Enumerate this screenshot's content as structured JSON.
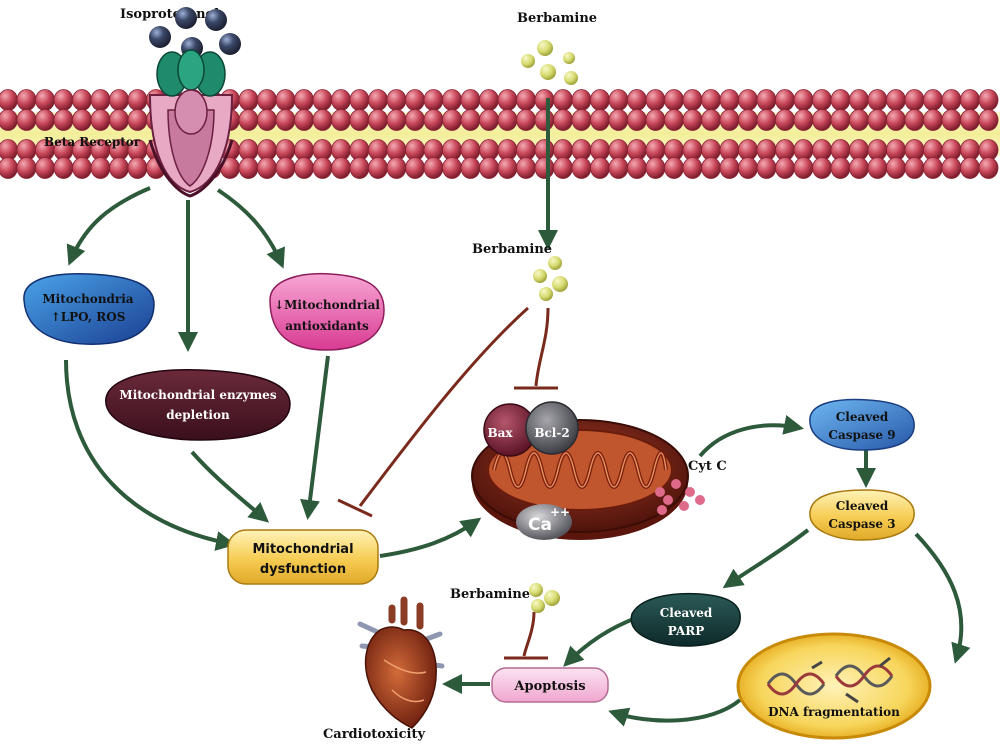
{
  "labels": {
    "isoproterenol": "Isoproterenol",
    "berbamine_top": "Berbamine",
    "beta_receptor": "Beta Receptor",
    "berbamine_mid": "Berbamine",
    "mito_lpo_line1": "Mitochondria",
    "mito_lpo_line2": "↑LPO, ROS",
    "mito_antiox_line1": "↓Mitochondrial",
    "mito_antiox_line2": "antioxidants",
    "mito_enzymes_line1": "Mitochondrial enzymes",
    "mito_enzymes_line2": "depletion",
    "mito_dysfunction_line1": "Mitochondrial",
    "mito_dysfunction_line2": "dysfunction",
    "bax": "Bax",
    "bcl2": "Bcl-2",
    "cyt_c": "Cyt C",
    "calcium": "Ca",
    "calcium_charge": "++",
    "caspase9_line1": "Cleaved",
    "caspase9_line2": "Caspase 9",
    "caspase3_line1": "Cleaved",
    "caspase3_line2": "Caspase 3",
    "parp_line1": "Cleaved",
    "parp_line2": "PARP",
    "dna_fragmentation": "DNA fragmentation",
    "berbamine_low": "Berbamine",
    "apoptosis": "Apoptosis",
    "cardiotoxicity": "Cardiotoxicity"
  },
  "colors": {
    "arrow_green": "#2e5a3c",
    "inhibit_brown": "#7a2a1c",
    "membrane_head": "#c8475a",
    "membrane_tail": "#f6f2a8",
    "berbamine_dot": "#d7dc76",
    "mito_outer": "#7d2418"
  }
}
